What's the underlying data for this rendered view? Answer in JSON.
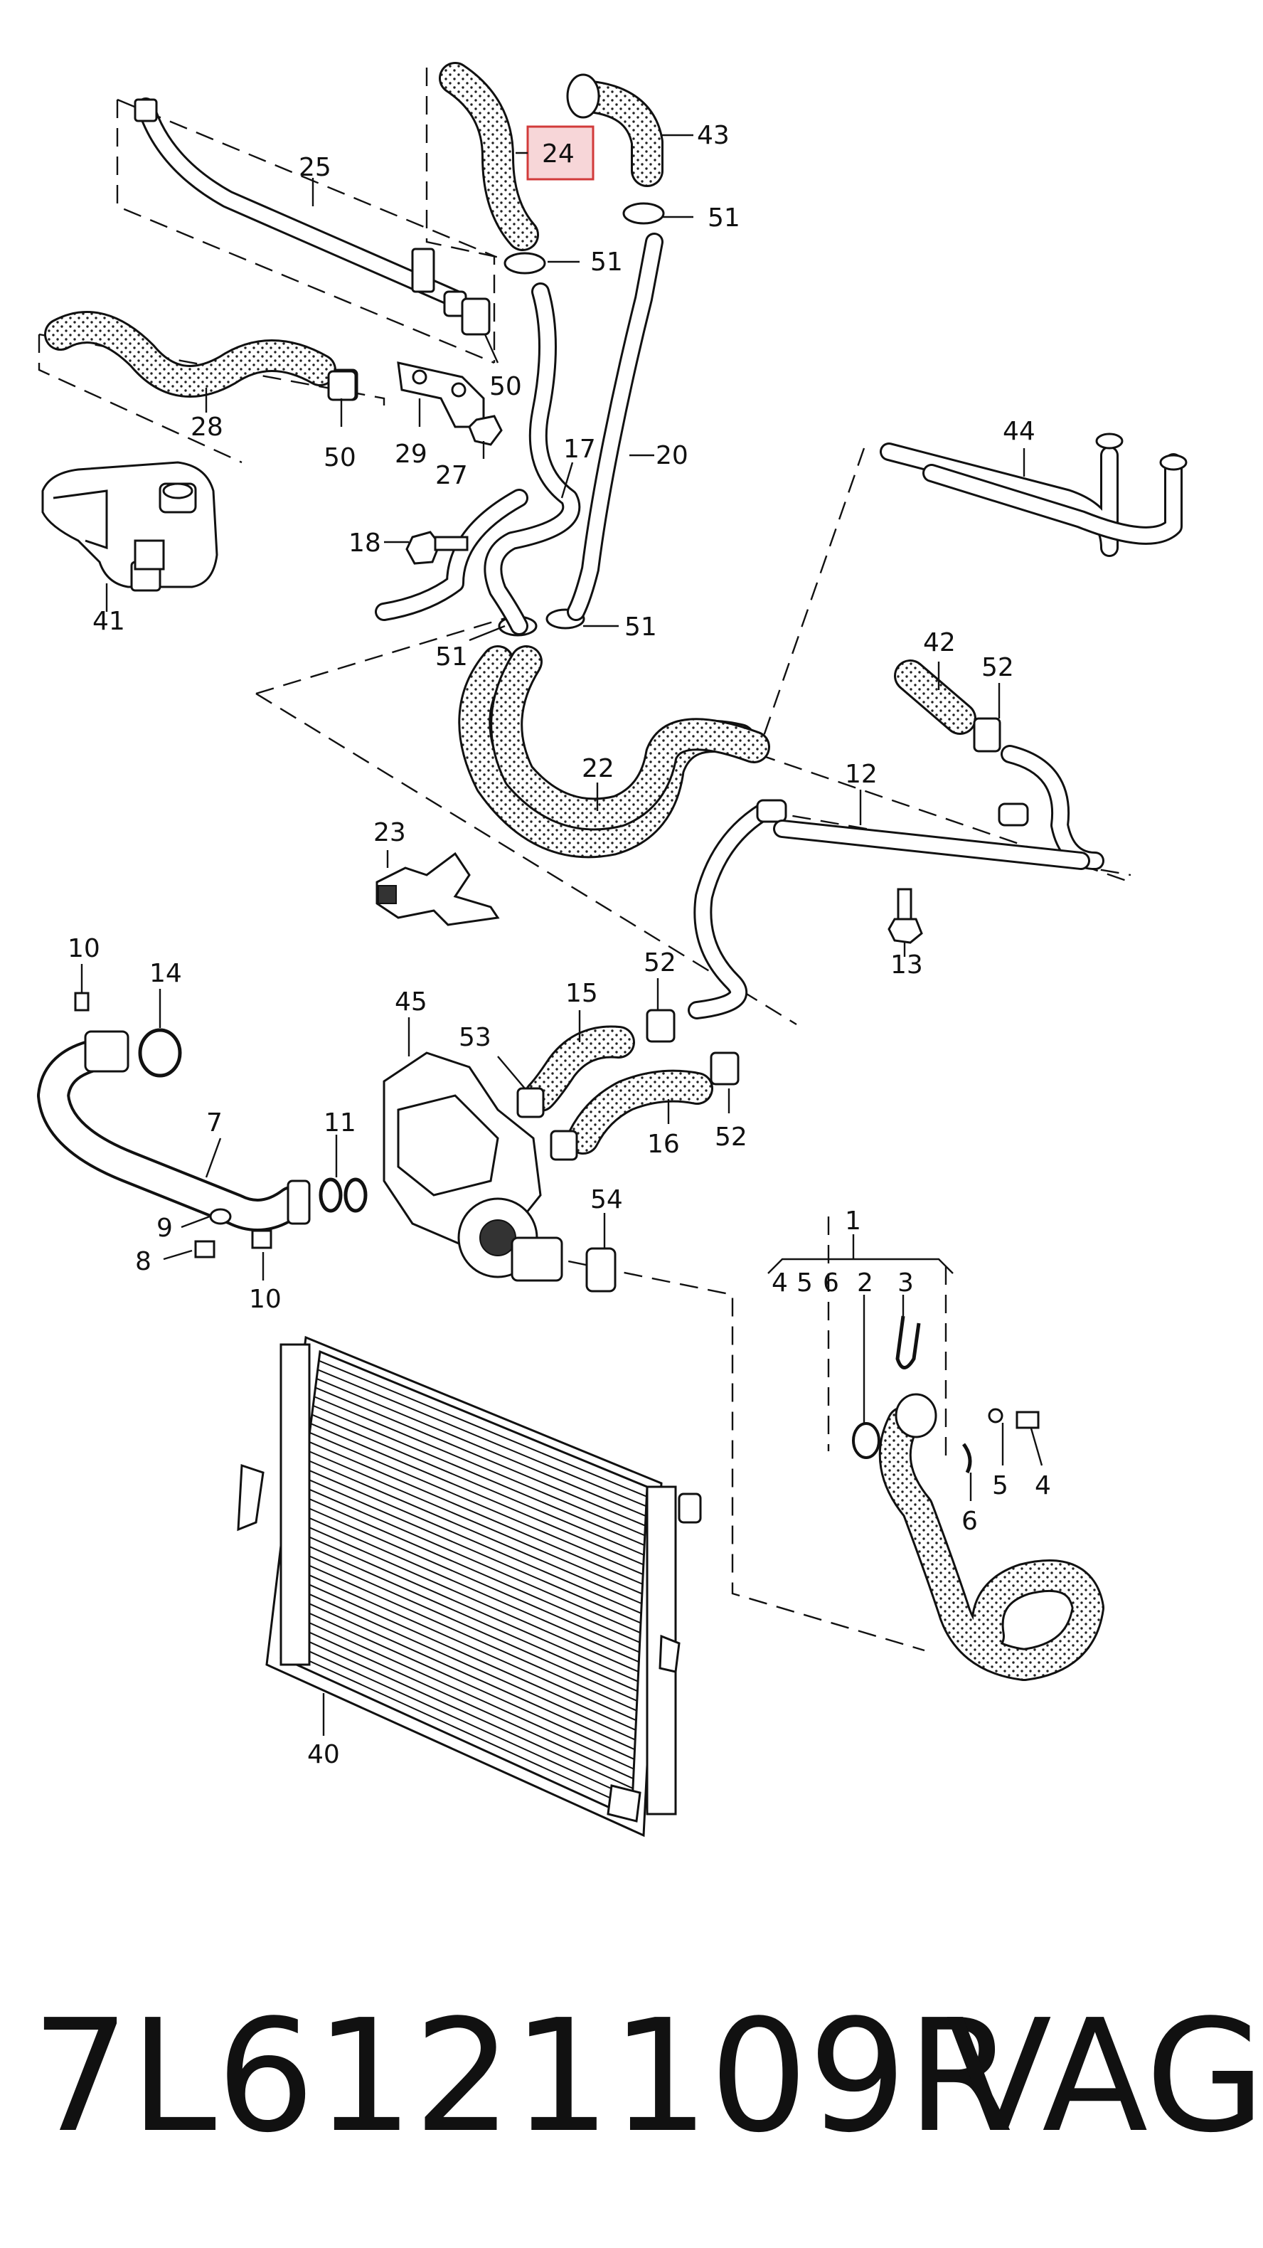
{
  "highlighted_callout": "24",
  "callouts": [
    {
      "id": "c1",
      "text": "1"
    },
    {
      "id": "c2",
      "text": "2"
    },
    {
      "id": "c3",
      "text": "3"
    },
    {
      "id": "c4a",
      "text": "4"
    },
    {
      "id": "c5a",
      "text": "5"
    },
    {
      "id": "c6a",
      "text": "6"
    },
    {
      "id": "c4b",
      "text": "4"
    },
    {
      "id": "c5b",
      "text": "5"
    },
    {
      "id": "c6b",
      "text": "6"
    },
    {
      "id": "c7",
      "text": "7"
    },
    {
      "id": "c8",
      "text": "8"
    },
    {
      "id": "c9",
      "text": "9"
    },
    {
      "id": "c10a",
      "text": "10"
    },
    {
      "id": "c10b",
      "text": "10"
    },
    {
      "id": "c11",
      "text": "11"
    },
    {
      "id": "c12",
      "text": "12"
    },
    {
      "id": "c13",
      "text": "13"
    },
    {
      "id": "c14",
      "text": "14"
    },
    {
      "id": "c15",
      "text": "15"
    },
    {
      "id": "c16",
      "text": "16"
    },
    {
      "id": "c17",
      "text": "17"
    },
    {
      "id": "c18",
      "text": "18"
    },
    {
      "id": "c20",
      "text": "20"
    },
    {
      "id": "c22",
      "text": "22"
    },
    {
      "id": "c23",
      "text": "23"
    },
    {
      "id": "c24",
      "text": "24"
    },
    {
      "id": "c25",
      "text": "25"
    },
    {
      "id": "c27",
      "text": "27"
    },
    {
      "id": "c28",
      "text": "28"
    },
    {
      "id": "c29",
      "text": "29"
    },
    {
      "id": "c40",
      "text": "40"
    },
    {
      "id": "c41",
      "text": "41"
    },
    {
      "id": "c42",
      "text": "42"
    },
    {
      "id": "c43",
      "text": "43"
    },
    {
      "id": "c44",
      "text": "44"
    },
    {
      "id": "c45",
      "text": "45"
    },
    {
      "id": "c50a",
      "text": "50"
    },
    {
      "id": "c50b",
      "text": "50"
    },
    {
      "id": "c51a",
      "text": "51"
    },
    {
      "id": "c51b",
      "text": "51"
    },
    {
      "id": "c51c",
      "text": "51"
    },
    {
      "id": "c51d",
      "text": "51"
    },
    {
      "id": "c52a",
      "text": "52"
    },
    {
      "id": "c52b",
      "text": "52"
    },
    {
      "id": "c52c",
      "text": "52"
    },
    {
      "id": "c53",
      "text": "53"
    },
    {
      "id": "c54",
      "text": "54"
    }
  ],
  "caption": {
    "part_number": "7L6121109R",
    "brand": "VAG"
  }
}
